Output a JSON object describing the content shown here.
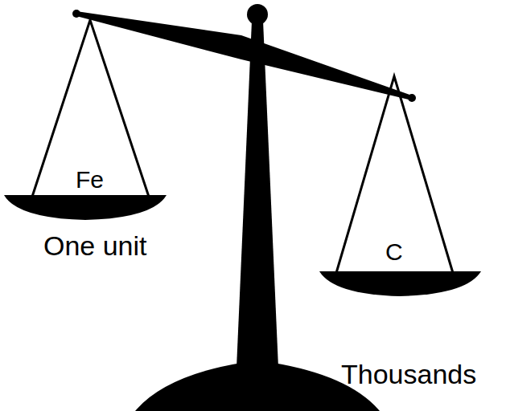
{
  "diagram": {
    "labels": [
      "Fe",
      "One unit",
      "C",
      "Thousands"
    ]
  }
}
